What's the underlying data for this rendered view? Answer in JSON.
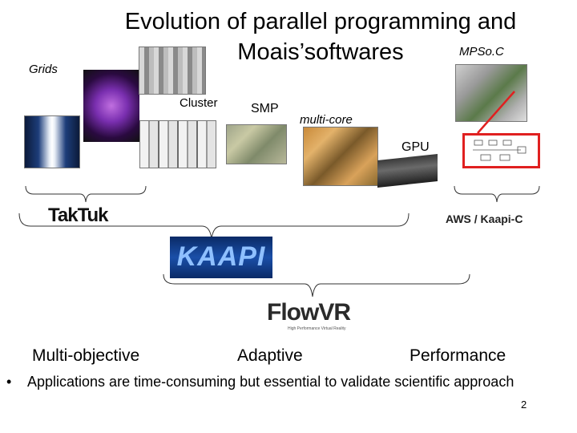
{
  "slide": {
    "title": "Evolution of parallel programming and Moais’softwares",
    "labels": {
      "mpsoc": "MPSo.C",
      "grids": "Grids",
      "cluster": "Cluster",
      "smp": "SMP",
      "multicore": "multi-core",
      "gpu": "GPU",
      "aws_kaapi_c": "AWS / Kaapi-C"
    },
    "logos": {
      "taktuk": "TakTuk",
      "kaapi": "KAAPI",
      "flowvr": "FlowVR",
      "flowvr_tagline": "High Performance Virtual Reality"
    },
    "goals": [
      "Multi-objective",
      "Adaptive",
      "Performance"
    ],
    "bullet": "Applications are time-consuming but essential to validate scientific approach",
    "page_number": "2"
  },
  "colors": {
    "highlight_box": "#e02020",
    "kaapi_bg": "#0e3d8c",
    "kaapi_text": "#7fb0ff"
  }
}
